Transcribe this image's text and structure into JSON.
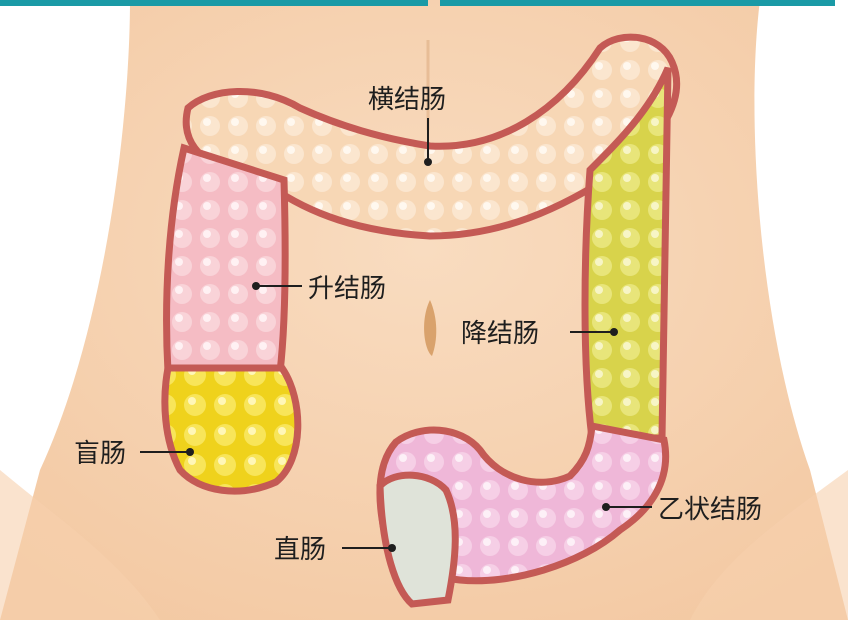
{
  "diagram": {
    "labels": {
      "transverse": "横结肠",
      "ascending": "升结肠",
      "descending": "降结肠",
      "cecum": "盲肠",
      "rectum": "直肠",
      "sigmoid": "乙状结肠"
    }
  }
}
